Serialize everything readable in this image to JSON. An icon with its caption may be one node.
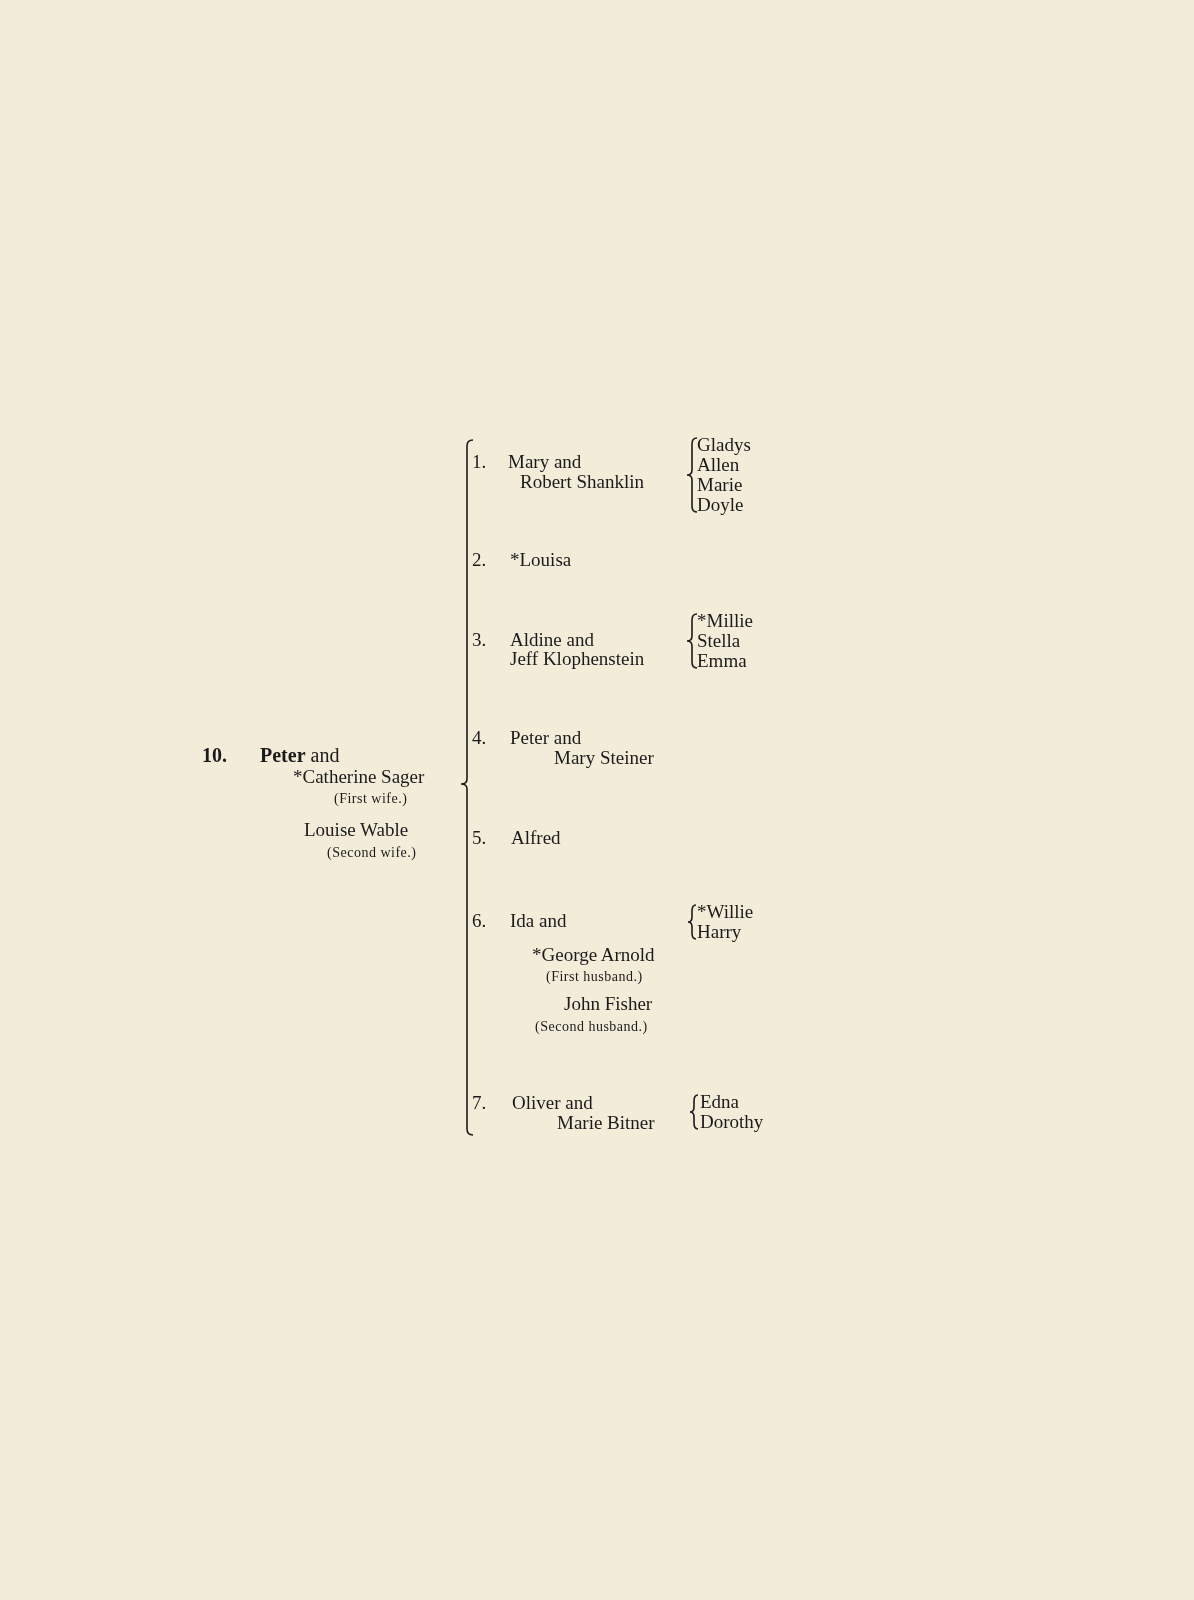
{
  "diagram": {
    "labels": [
      "**10.**",
      "**Peter** and",
      "*Catherine Sager",
      "(First wife.)",
      "Louise Wable",
      "(Second wife.)",
      "1.",
      "Mary and",
      "Robert Shanklin",
      "Gladys",
      "Allen",
      "Marie",
      "Doyle",
      "2.",
      "*Louisa",
      "3.",
      "Aldine and",
      "Jeff Klophenstein",
      "*Millie",
      "Stella",
      "Emma",
      "4.",
      "Peter and",
      "Mary Steiner",
      "5.",
      "Alfred",
      "6.",
      "Ida and",
      "*Willie",
      "Harry",
      "*George Arnold",
      "(First husband.)",
      "John Fisher",
      "(Second husband.)",
      "7.",
      "Oliver and",
      "Marie Bitner",
      "Edna",
      "Dorothy"
    ]
  }
}
